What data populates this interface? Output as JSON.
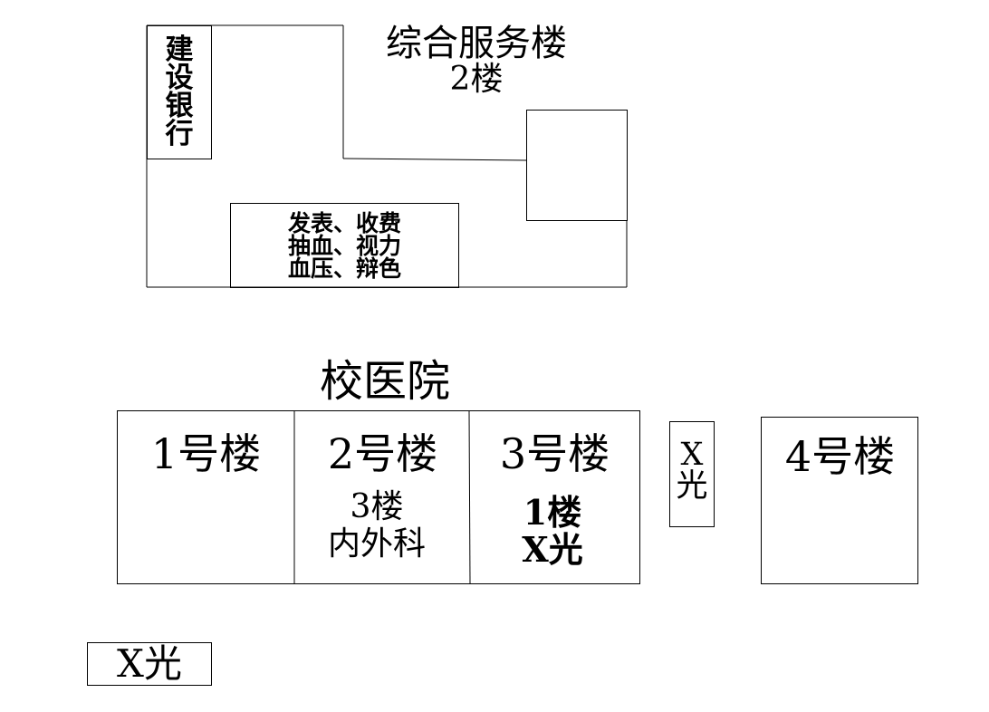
{
  "upper_building": {
    "title_line1": "综合服务楼",
    "title_line2": "2楼",
    "bank": [
      "建",
      "设",
      "银",
      "行"
    ],
    "services_line1": "发表、收费",
    "services_line2": "抽血、视力",
    "services_line3": "血压、辩色"
  },
  "clinic": {
    "title": "校医院",
    "building1": "1号楼",
    "building2": "2号楼",
    "building2_floor": "3楼",
    "building2_dept": "内外科",
    "building3": "3号楼",
    "building3_floor": "1楼",
    "building3_dept": "X光",
    "xray_small": [
      "X",
      "光"
    ],
    "building4": "4号楼"
  },
  "bottom_label": "X光",
  "colors": {
    "line": "#000000",
    "background": "#ffffff"
  }
}
